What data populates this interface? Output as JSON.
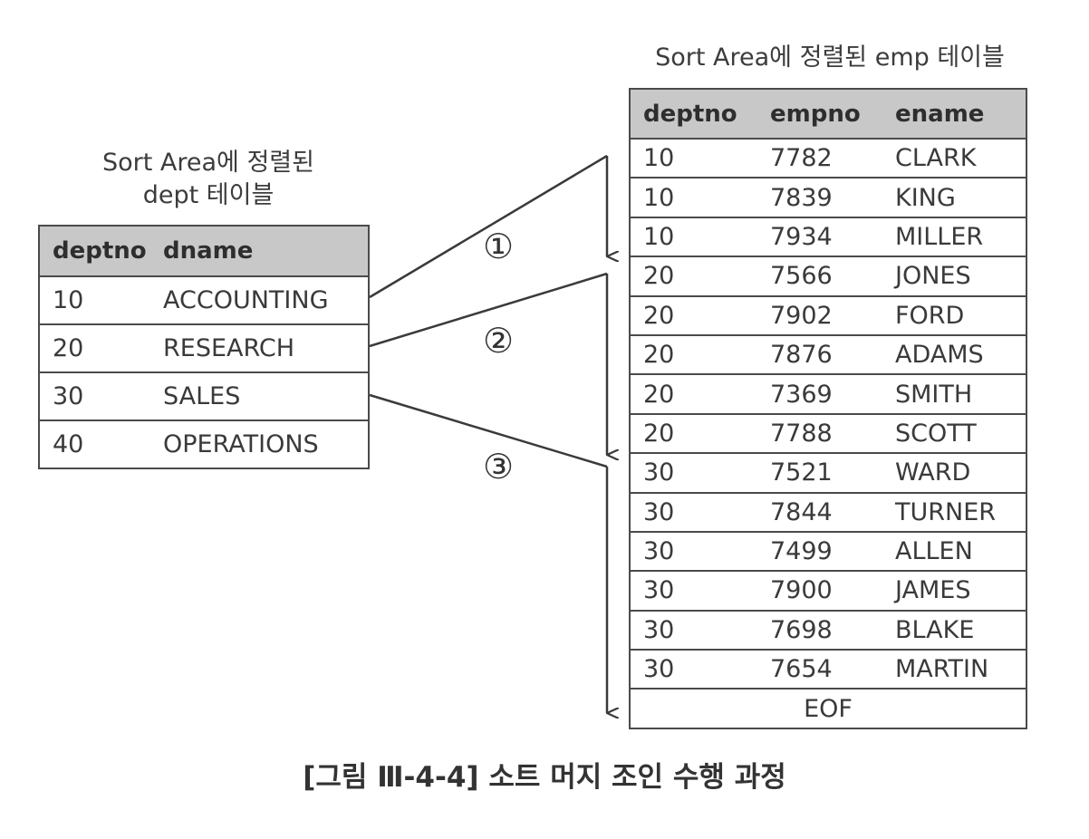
{
  "dept": {
    "caption_line1": "Sort Area에 정렬된",
    "caption_line2": "dept 테이블",
    "headers": [
      "deptno",
      "dname"
    ],
    "rows": [
      [
        "10",
        "ACCOUNTING"
      ],
      [
        "20",
        "RESEARCH"
      ],
      [
        "30",
        "SALES"
      ],
      [
        "40",
        "OPERATIONS"
      ]
    ]
  },
  "emp": {
    "caption": "Sort Area에 정렬된 emp 테이블",
    "headers": [
      "deptno",
      "empno",
      "ename"
    ],
    "rows": [
      [
        "10",
        "7782",
        "CLARK"
      ],
      [
        "10",
        "7839",
        "KING"
      ],
      [
        "10",
        "7934",
        "MILLER"
      ],
      [
        "20",
        "7566",
        "JONES"
      ],
      [
        "20",
        "7902",
        "FORD"
      ],
      [
        "20",
        "7876",
        "ADAMS"
      ],
      [
        "20",
        "7369",
        "SMITH"
      ],
      [
        "20",
        "7788",
        "SCOTT"
      ],
      [
        "30",
        "7521",
        "WARD"
      ],
      [
        "30",
        "7844",
        "TURNER"
      ],
      [
        "30",
        "7499",
        "ALLEN"
      ],
      [
        "30",
        "7900",
        "JAMES"
      ],
      [
        "30",
        "7698",
        "BLAKE"
      ],
      [
        "30",
        "7654",
        "MARTIN"
      ]
    ],
    "eof": "EOF"
  },
  "markers": [
    "①",
    "②",
    "③"
  ],
  "figure_caption": "[그림 Ⅲ-4-4] 소트 머지 조인 수행 과정",
  "colors": {
    "header_bg": "#c8c8c8",
    "line": "#3a3a3a",
    "text": "#3a3a3a"
  }
}
